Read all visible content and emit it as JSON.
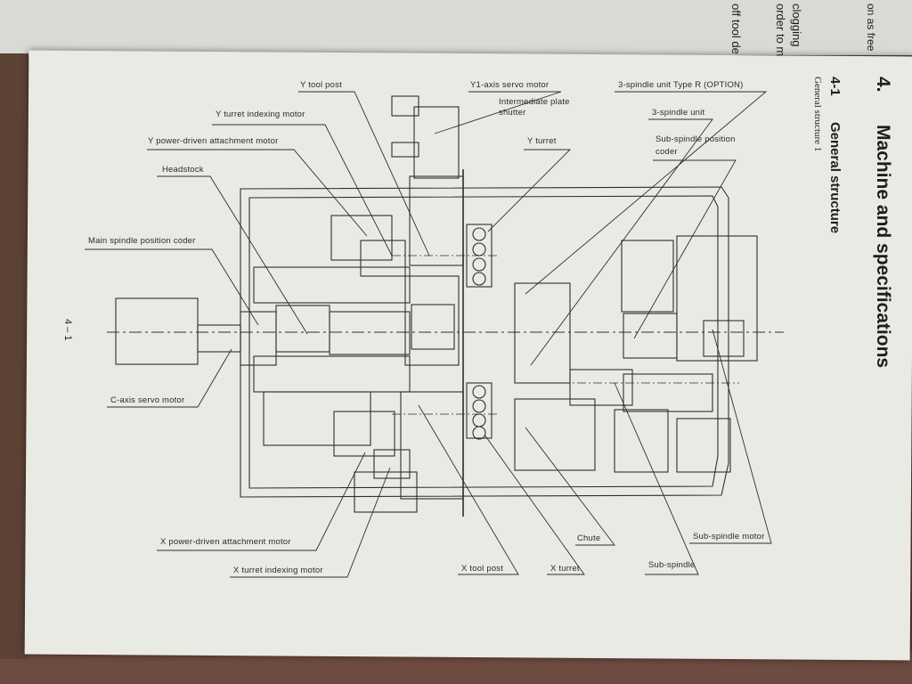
{
  "page": {
    "chapter_number": "4.",
    "chapter_title": "Machine and specifications",
    "section_number": "4-1",
    "section_title": "General structure",
    "figure_caption": "General structure 1",
    "page_number": "4 – 1"
  },
  "top_sheet_fragments": [
    "on as free",
    "clogging",
    "order to m",
    "off tool de"
  ],
  "labels": {
    "y_tool_post": "Y tool post",
    "y1_axis_servo_motor": "Y1-axis servo motor",
    "three_spindle_unit_type_r": "3-spindle unit Type R (OPTION)",
    "y_turret_indexing_motor": "Y turret indexing motor",
    "intermediate_plate_shutter_1": "Intermediate plate",
    "intermediate_plate_shutter_2": "shutter",
    "three_spindle_unit": "3-spindle unit",
    "y_power_driven_attachment_motor": "Y power-driven attachment motor",
    "y_turret": "Y turret",
    "sub_spindle_position_coder_1": "Sub-spindle position",
    "sub_spindle_position_coder_2": "coder",
    "headstock": "Headstock",
    "main_spindle_position_coder": "Main spindle position coder",
    "c_axis_servo_motor": "C-axis servo motor",
    "x_power_driven_attachment_motor": "X power-driven attachment motor",
    "x_turret_indexing_motor": "X turret indexing motor",
    "x_tool_post": "X tool post",
    "x_turret": "X turret",
    "chute": "Chute",
    "sub_spindle": "Sub-spindle",
    "sub_spindle_motor": "Sub-spindle motor"
  },
  "colors": {
    "paper": "#eaeae5",
    "ink": "#2a2a2a",
    "table": "#5c4235"
  }
}
